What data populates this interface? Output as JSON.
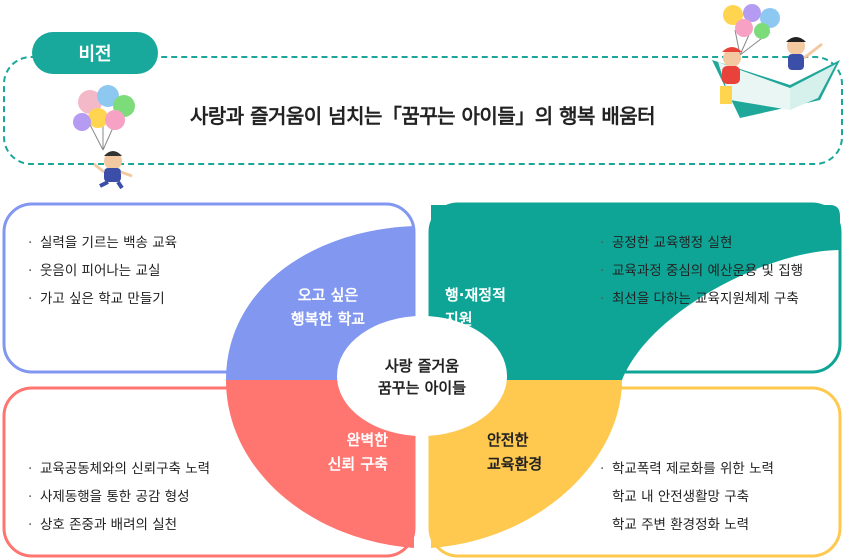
{
  "vision": {
    "tab_label": "비전",
    "statement": "사랑과 즐거움이 넘치는「꿈꾸는 아이들」의 행복 배움터"
  },
  "center": {
    "line1": "사랑 즐거움",
    "line2": "꿈꾸는 아이들"
  },
  "quadrants": {
    "top_left": {
      "title1": "오고 싶은",
      "title2": "행복한 학교",
      "color": "#8297f0",
      "items": [
        "실력을 기르는 백송 교육",
        "웃음이 피어나는 교실",
        "가고 싶은 학교 만들기"
      ]
    },
    "top_right": {
      "title1": "행·재정적",
      "title2": "지원",
      "color": "#0fa596",
      "items": [
        "공정한 교육행정 실현",
        "교육과정 중심의 예산운용 및 집행",
        "최선을 다하는 교육지원체제 구축"
      ]
    },
    "bottom_left": {
      "title1": "완벽한",
      "title2": "신뢰 구축",
      "color": "#ff7570",
      "items": [
        "교육공동체와의 신뢰구축 노력",
        "사제동행을 통한 공감 형성",
        "상호 존중과 배려의 실천"
      ]
    },
    "bottom_right": {
      "title1": "안전한",
      "title2": "교육환경",
      "color": "#ffc84f",
      "items": [
        "학교폭력 제로화를 위한 노력",
        "학교 내 안전생활망 구축",
        "학교 주변 환경정화 노력"
      ]
    }
  }
}
